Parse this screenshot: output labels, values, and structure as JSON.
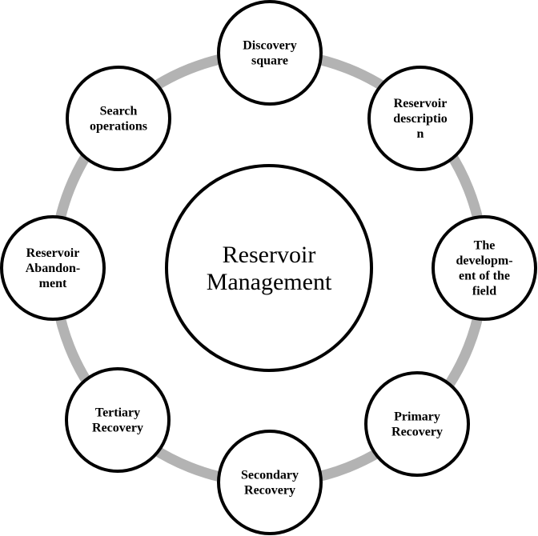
{
  "diagram": {
    "center": {
      "lines": [
        "Reservoir",
        "Management"
      ]
    },
    "ring_color": "#b3b3b3",
    "stroke_color": "#000000",
    "nodes": [
      {
        "id": "discovery-square",
        "lines": [
          "Discovery",
          "square"
        ]
      },
      {
        "id": "reservoir-description",
        "lines": [
          "Reservoir",
          "descriptio",
          "n"
        ]
      },
      {
        "id": "development-of-field",
        "lines": [
          "The",
          "developm-",
          "ent of the",
          "field"
        ]
      },
      {
        "id": "primary-recovery",
        "lines": [
          "Primary",
          "Recovery"
        ]
      },
      {
        "id": "secondary-recovery",
        "lines": [
          "Secondary",
          "Recovery"
        ]
      },
      {
        "id": "tertiary-recovery",
        "lines": [
          "Tertiary",
          "Recovery"
        ]
      },
      {
        "id": "reservoir-abandonment",
        "lines": [
          "Reservoir",
          "Abandon-",
          "ment"
        ]
      },
      {
        "id": "search-operations",
        "lines": [
          "Search",
          "operations"
        ]
      }
    ]
  }
}
